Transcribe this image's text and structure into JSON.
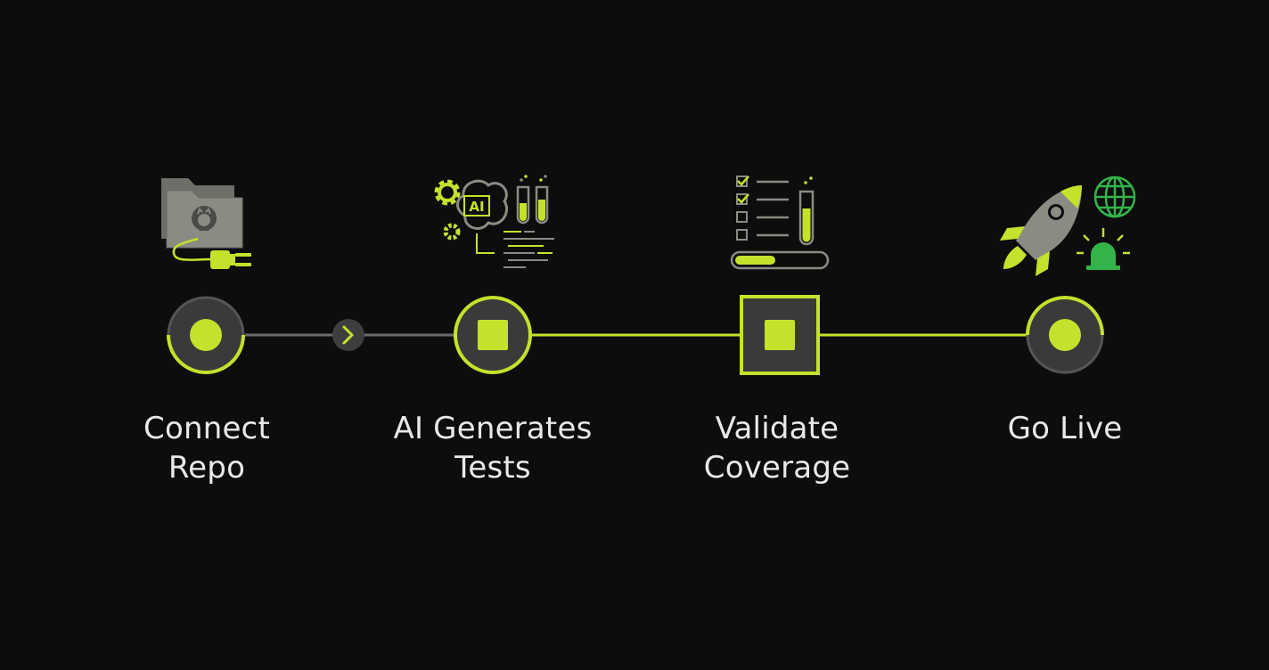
{
  "colors": {
    "background": "#0d0d0d",
    "accent": "#c3e22b",
    "icon_gray": "#8b8b84",
    "node_fill": "#3a3a3a",
    "connector_inactive": "#6a6a6a",
    "globe_green": "#33b44a",
    "text": "#e9e9e9"
  },
  "steps": [
    {
      "id": "connect-repo",
      "line1": "Connect",
      "line2": "Repo",
      "icon": "folder-github-plug-icon",
      "marker": "dot-ring"
    },
    {
      "id": "ai-generates-tests",
      "line1": "AI Generates",
      "line2": "Tests",
      "icon": "ai-brain-test-tubes-icon",
      "icon_text": "AI",
      "marker": "square-ring"
    },
    {
      "id": "validate-coverage",
      "line1": "Validate",
      "line2": "Coverage",
      "icon": "checklist-progress-icon",
      "marker": "square-box"
    },
    {
      "id": "go-live",
      "line1": "Go Live",
      "line2": "",
      "icon": "rocket-globe-alarm-icon",
      "marker": "dot-ring"
    }
  ],
  "connectors": [
    {
      "from": "connect-repo",
      "to": "ai-generates-tests",
      "state": "inactive",
      "chevron": "chevron-right-icon"
    },
    {
      "from": "ai-generates-tests",
      "to": "validate-coverage",
      "state": "active"
    },
    {
      "from": "validate-coverage",
      "to": "go-live",
      "state": "active"
    }
  ],
  "progress_fill": 0.45
}
